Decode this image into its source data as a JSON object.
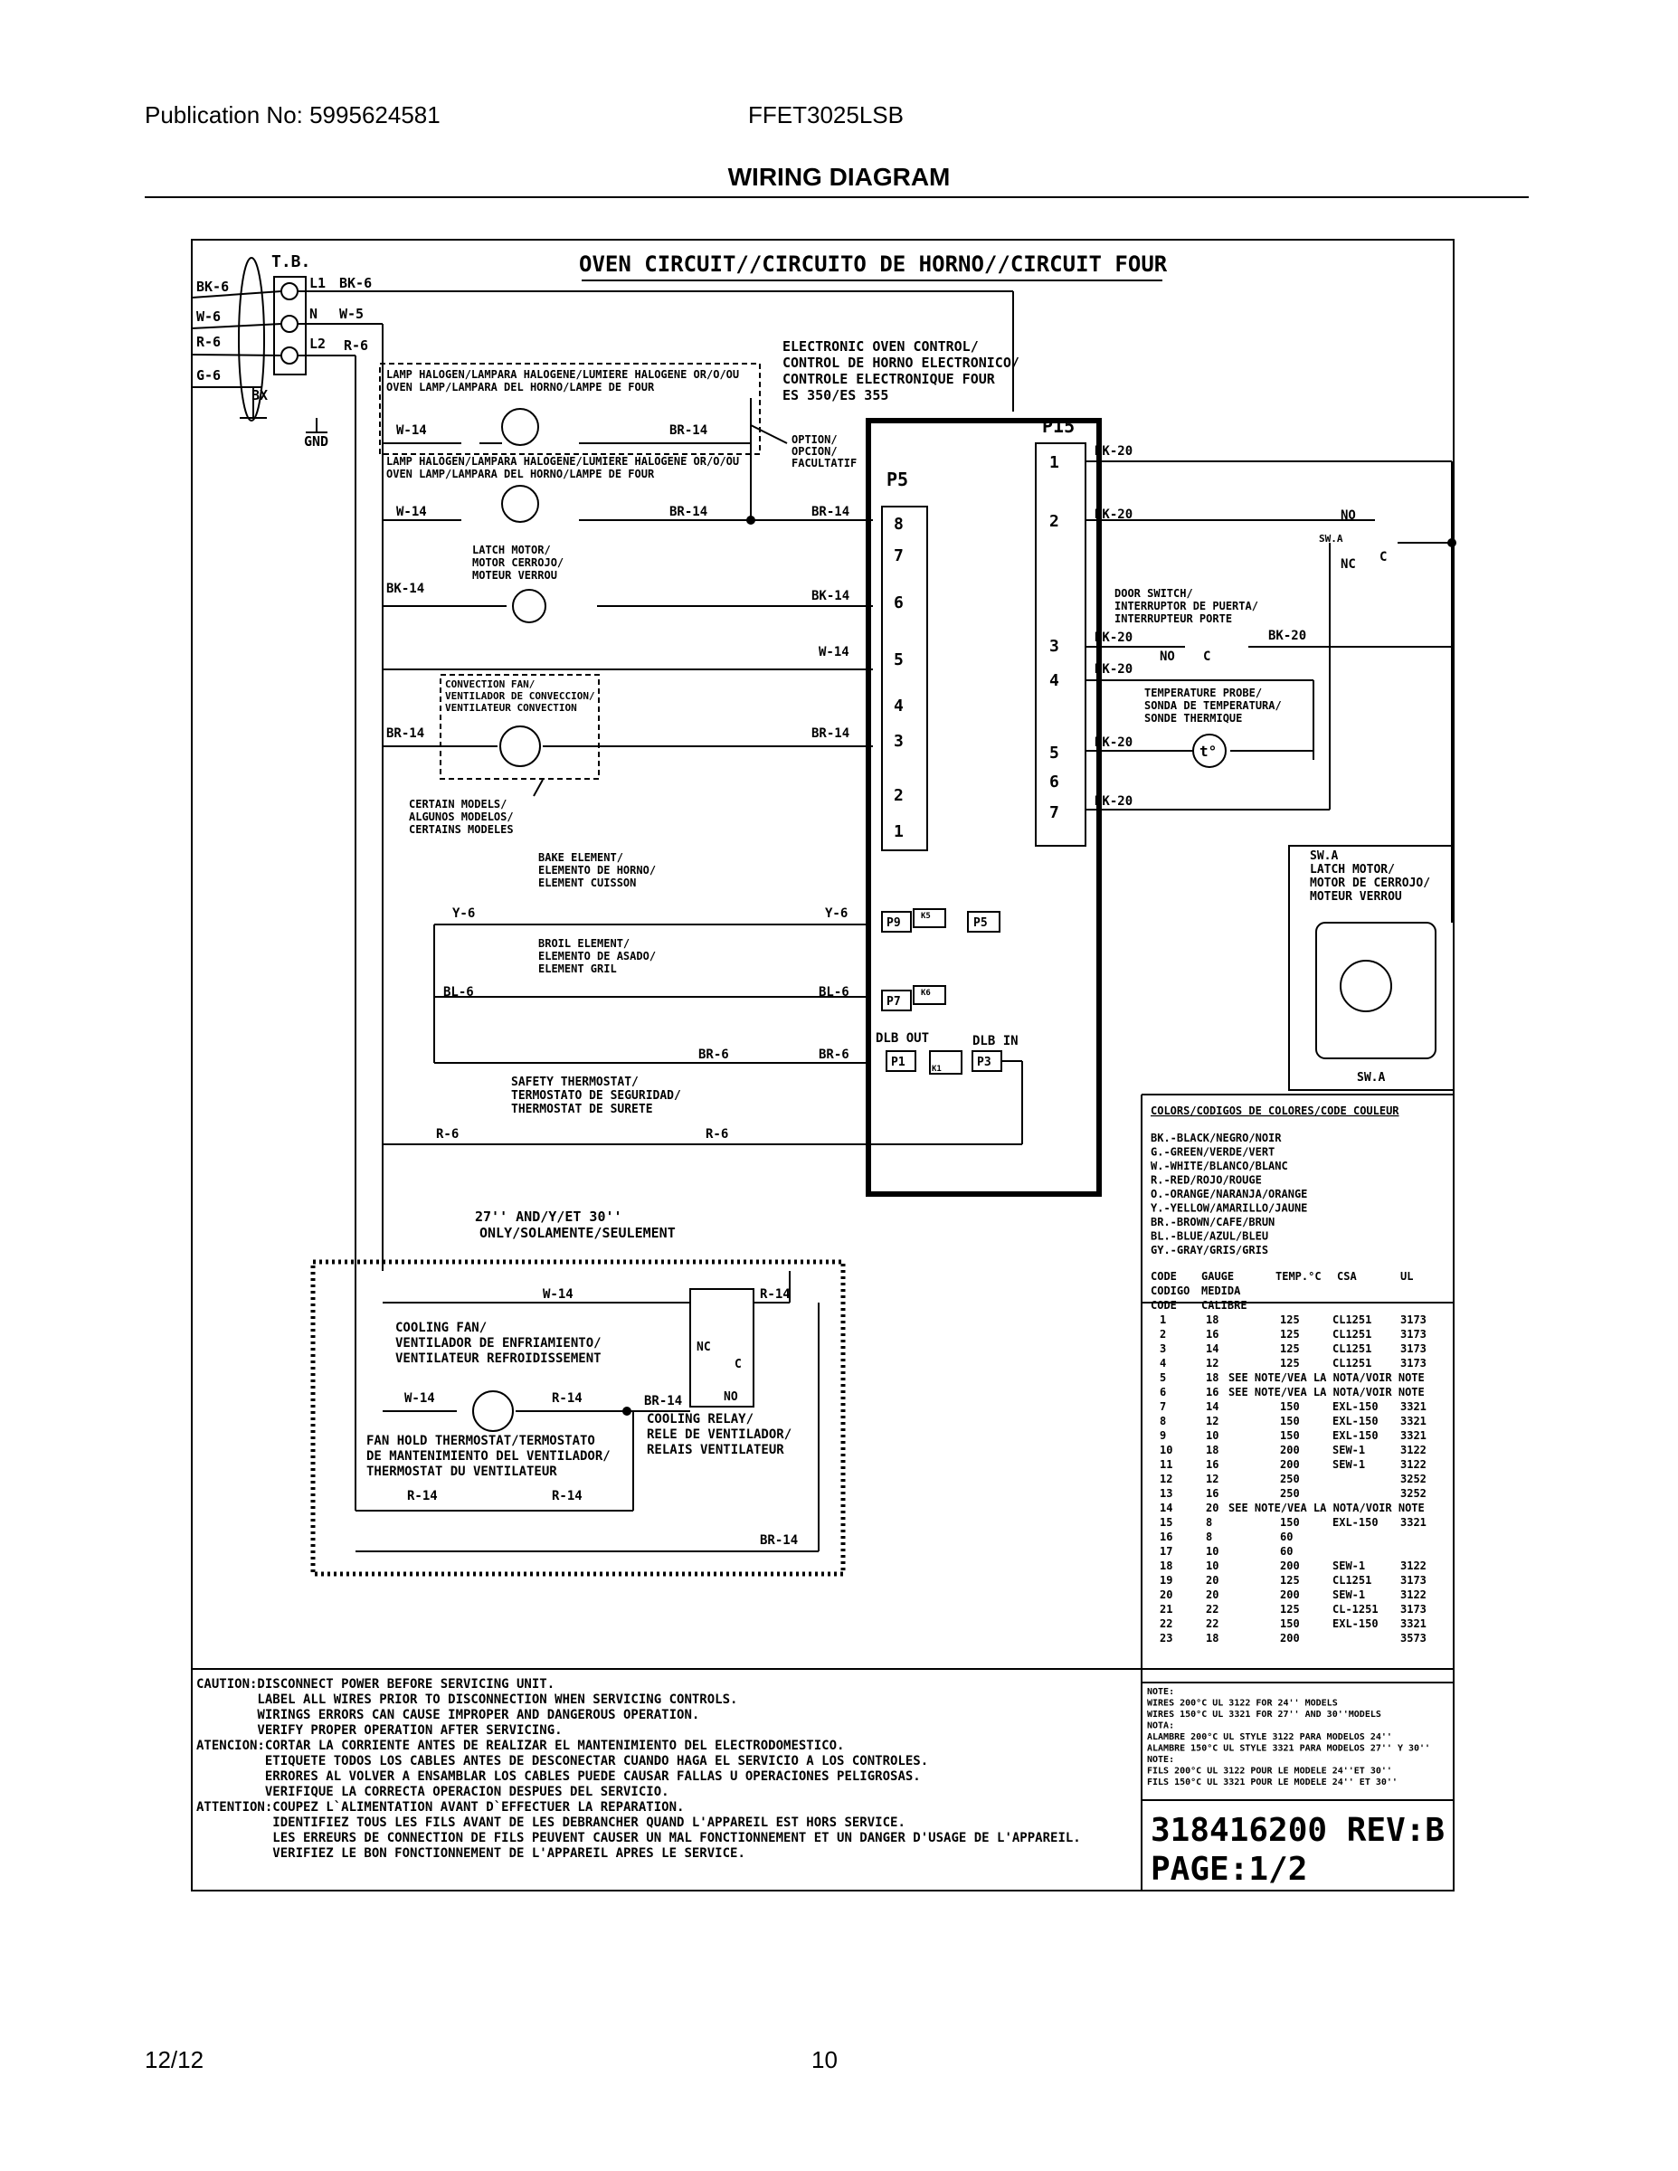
{
  "header": {
    "publication": "Publication No: 5995624581",
    "model": "FFET3025LSB"
  },
  "page_title": "WIRING DIAGRAM",
  "footer": {
    "date": "12/12",
    "page_number": "10"
  },
  "diagram": {
    "title": "OVEN CIRCUIT//CIRCUITO DE HORNO//CIRCUIT FOUR",
    "terminal_block": {
      "label": "T.B.",
      "terminals": [
        "L1",
        "N",
        "L2"
      ],
      "wires_in": [
        "BK-6",
        "W-6",
        "R-6",
        "G-6"
      ],
      "wires_out": [
        "BK-6",
        "W-5",
        "R-6"
      ],
      "box": "BX",
      "gnd": "GND"
    },
    "control": {
      "label": [
        "ELECTRONIC OVEN CONTROL/",
        "CONTROL DE HORNO ELECTRONICO/",
        "CONTROLE ELECTRONIQUE FOUR",
        "ES 350/ES 355"
      ],
      "p5": "P5",
      "p5_pins": [
        "8",
        "7",
        "6",
        "5",
        "4",
        "3",
        "2",
        "1"
      ],
      "p15": "P15",
      "p15_pins": [
        "1",
        "2",
        "3",
        "4",
        "5",
        "6",
        "7"
      ],
      "relays": [
        "P9",
        "K5",
        "P5",
        "P7",
        "K6",
        "P1",
        "K1",
        "P3"
      ],
      "dlb_out": "DLB OUT",
      "dlb_in": "DLB IN"
    },
    "option": [
      "OPTION/",
      "OPCION/",
      "FACULTATIF"
    ],
    "lamp_label": [
      "LAMP HALOGEN/LAMPARA HALOGENE/LUMIERE HALOGENE OR/O/OU",
      "OVEN LAMP/LAMPARA DEL HORNO/LAMPE DE FOUR"
    ],
    "latch_motor": [
      "LATCH MOTOR/",
      "MOTOR CERROJO/",
      "MOTEUR VERROU"
    ],
    "convection_fan": [
      "CONVECTION FAN/",
      "VENTILADOR DE CONVECCION/",
      "VENTILATEUR CONVECTION"
    ],
    "certain_models": [
      "CERTAIN MODELS/",
      "ALGUNOS MODELOS/",
      "CERTAINS MODELES"
    ],
    "bake_element": [
      "BAKE ELEMENT/",
      "ELEMENTO DE HORNO/",
      "ELEMENT CUISSON"
    ],
    "broil_element": [
      "BROIL ELEMENT/",
      "ELEMENTO DE ASADO/",
      "ELEMENT GRIL"
    ],
    "safety_thermostat": [
      "SAFETY THERMOSTAT/",
      "TERMOSTATO DE SEGURIDAD/",
      "THERMOSTAT DE SURETE"
    ],
    "door_switch": [
      "DOOR SWITCH/",
      "INTERRUPTOR DE PUERTA/",
      "INTERRUPTEUR PORTE"
    ],
    "temp_probe": [
      "TEMPERATURE PROBE/",
      "SONDA DE TEMPERATURA/",
      "SONDE THERMIQUE"
    ],
    "models_27_30": [
      "27'' AND/Y/ET 30''",
      "ONLY/SOLAMENTE/SEULEMENT"
    ],
    "cooling_fan": [
      "COOLING FAN/",
      "VENTILADOR DE ENFRIAMIENTO/",
      "VENTILATEUR REFROIDISSEMENT"
    ],
    "cooling_relay": [
      "COOLING RELAY/",
      "RELE DE VENTILADOR/",
      "RELAIS VENTILATEUR"
    ],
    "fan_hold": [
      "FAN HOLD THERMOSTAT/TERMOSTATO",
      "DE MANTENIMIENTO DEL VENTILADOR/",
      "THERMOSTAT DU VENTILATEUR"
    ],
    "latch_box": {
      "title": [
        "SW.A",
        "LATCH MOTOR/",
        "MOTOR DE CERROJO/",
        "MOTEUR VERROU"
      ],
      "sw": "SW.A"
    },
    "wire_labels": {
      "w14": "W-14",
      "br14": "BR-14",
      "bk14": "BK-14",
      "y6": "Y-6",
      "bl6": "BL-6",
      "br6": "BR-6",
      "r6": "R-6",
      "r14": "R-14",
      "bk20": "BK-20",
      "no": "NO",
      "nc": "NC",
      "c": "C",
      "swa": "SW.A",
      "probe": "t°"
    },
    "colors_table": {
      "title": "COLORS/CODIGOS DE COLORES/CODE COULEUR",
      "rows": [
        "BK.-BLACK/NEGRO/NOIR",
        "G.-GREEN/VERDE/VERT",
        "W.-WHITE/BLANCO/BLANC",
        "R.-RED/ROJO/ROUGE",
        "O.-ORANGE/NARANJA/ORANGE",
        "Y.-YELLOW/AMARILLO/JAUNE",
        "BR.-BROWN/CAFE/BRUN",
        "BL.-BLUE/AZUL/BLEU",
        "GY.-GRAY/GRIS/GRIS"
      ]
    },
    "gauge_table": {
      "head1": [
        "CODE",
        "GAUGE",
        "TEMP.°C",
        "CSA",
        "UL"
      ],
      "head2": [
        "CODIGO",
        "MEDIDA"
      ],
      "head3": [
        "CODE",
        "CALIBRE"
      ],
      "rows": [
        [
          "1",
          "18",
          "125",
          "CL1251",
          "3173"
        ],
        [
          "2",
          "16",
          "125",
          "CL1251",
          "3173"
        ],
        [
          "3",
          "14",
          "125",
          "CL1251",
          "3173"
        ],
        [
          "4",
          "12",
          "125",
          "CL1251",
          "3173"
        ],
        [
          "5",
          "18",
          "SEE NOTE/VEA LA NOTA/VOIR NOTE",
          "",
          ""
        ],
        [
          "6",
          "16",
          "SEE NOTE/VEA LA NOTA/VOIR NOTE",
          "",
          ""
        ],
        [
          "7",
          "14",
          "150",
          "EXL-150",
          "3321"
        ],
        [
          "8",
          "12",
          "150",
          "EXL-150",
          "3321"
        ],
        [
          "9",
          "10",
          "150",
          "EXL-150",
          "3321"
        ],
        [
          "10",
          "18",
          "200",
          "SEW-1",
          "3122"
        ],
        [
          "11",
          "16",
          "200",
          "SEW-1",
          "3122"
        ],
        [
          "12",
          "12",
          "250",
          "",
          "3252"
        ],
        [
          "13",
          "16",
          "250",
          "",
          "3252"
        ],
        [
          "14",
          "20",
          "SEE NOTE/VEA LA NOTA/VOIR NOTE",
          "",
          ""
        ],
        [
          "15",
          "8",
          "150",
          "EXL-150",
          "3321"
        ],
        [
          "16",
          "8",
          "60",
          "",
          ""
        ],
        [
          "17",
          "10",
          "60",
          "",
          ""
        ],
        [
          "18",
          "10",
          "200",
          "SEW-1",
          "3122"
        ],
        [
          "19",
          "20",
          "125",
          "CL1251",
          "3173"
        ],
        [
          "20",
          "20",
          "200",
          "SEW-1",
          "3122"
        ],
        [
          "21",
          "22",
          "125",
          "CL-1251",
          "3173"
        ],
        [
          "22",
          "22",
          "150",
          "EXL-150",
          "3321"
        ],
        [
          "23",
          "18",
          "200",
          "",
          "3573"
        ]
      ]
    },
    "notes": [
      "NOTE:",
      "WIRES 200°C UL 3122 FOR 24'' MODELS",
      "WIRES 150°C UL 3321 FOR 27'' AND 30''MODELS",
      "NOTA:",
      "ALAMBRE 200°C UL STYLE 3122 PARA MODELOS 24''",
      "ALAMBRE 150°C UL STYLE 3321 PARA MODELOS 27'' Y 30''",
      "NOTE:",
      "FILS 200°C UL 3122 POUR LE MODELE 24''ET 30''",
      "FILS 150°C UL 3321 POUR LE MODELE 24'' ET 30''"
    ],
    "caution": [
      "CAUTION:DISCONNECT POWER BEFORE SERVICING UNIT.",
      "        LABEL ALL WIRES PRIOR TO DISCONNECTION WHEN SERVICING CONTROLS.",
      "        WIRINGS ERRORS CAN CAUSE IMPROPER AND DANGEROUS OPERATION.",
      "        VERIFY PROPER OPERATION AFTER SERVICING.",
      "ATENCION:CORTAR LA CORRIENTE ANTES DE REALIZAR EL MANTENIMIENTO DEL ELECTRODOMESTICO.",
      "         ETIQUETE TODOS LOS CABLES ANTES DE DESCONECTAR CUANDO HAGA EL SERVICIO A LOS CONTROLES.",
      "         ERRORES AL VOLVER A ENSAMBLAR LOS CABLES PUEDE CAUSAR FALLAS U OPERACIONES PELIGROSAS.",
      "         VERIFIQUE LA CORRECTA OPERACION DESPUES DEL SERVICIO.",
      "ATTENTION:COUPEZ L`ALIMENTATION AVANT D`EFFECTUER LA REPARATION.",
      "          IDENTIFIEZ TOUS LES FILS AVANT DE LES DEBRANCHER QUAND L'APPAREIL EST HORS SERVICE.",
      "          LES ERREURS DE CONNECTION DE FILS PEUVENT CAUSER UN MAL FONCTIONNEMENT ET UN DANGER D'USAGE DE L'APPAREIL.",
      "          VERIFIEZ LE BON FONCTIONNEMENT DE L'APPAREIL APRES LE SERVICE."
    ],
    "doc_number": "318416200 REV:B",
    "page": "PAGE:1/2"
  }
}
